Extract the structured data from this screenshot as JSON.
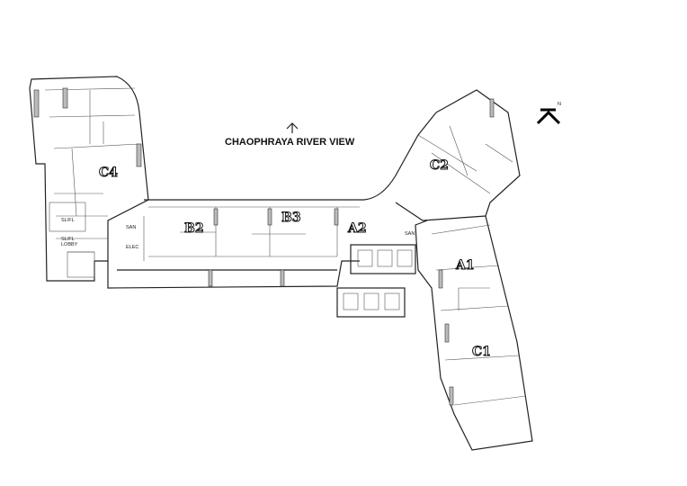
{
  "title": "CHAOPHRAYA RIVER VIEW",
  "units": [
    "C4",
    "B2",
    "B3",
    "A2",
    "C2",
    "A1",
    "C1"
  ],
  "rooms": {
    "sl_fl": "SL/FL",
    "sl_fl_lobby_1": "SL/FL",
    "sl_fl_lobby_2": "LOBBY",
    "san_left": "SAN",
    "elec": "ELEC",
    "san_right": "SAN"
  },
  "north_label": "N"
}
